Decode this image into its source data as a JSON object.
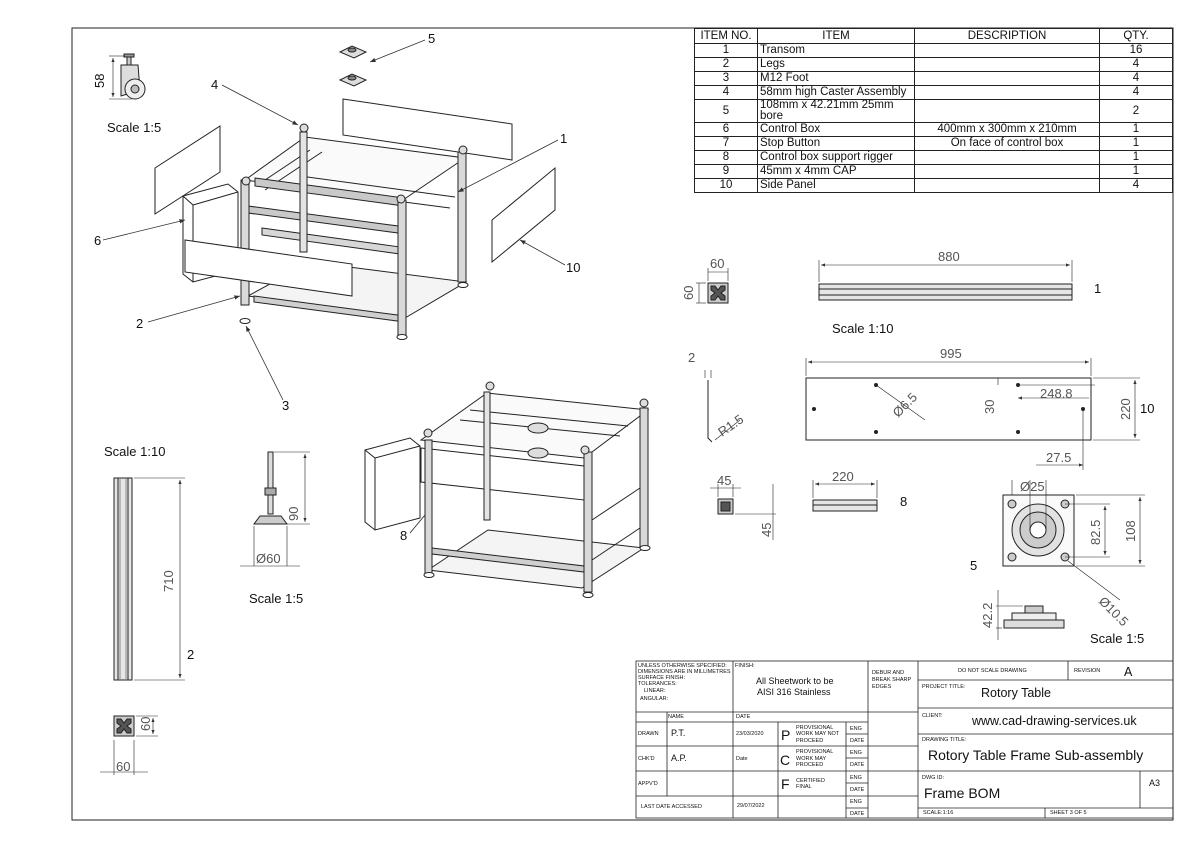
{
  "bom": {
    "headers": [
      "ITEM NO.",
      "ITEM",
      "DESCRIPTION",
      "QTY."
    ],
    "rows": [
      {
        "no": "1",
        "item": "Transom",
        "desc": "",
        "qty": "16"
      },
      {
        "no": "2",
        "item": "Legs",
        "desc": "",
        "qty": "4"
      },
      {
        "no": "3",
        "item": "M12 Foot",
        "desc": "",
        "qty": "4"
      },
      {
        "no": "4",
        "item": "58mm high Caster Assembly",
        "desc": "",
        "qty": "4"
      },
      {
        "no": "5",
        "item": "108mm x 42.21mm 25mm bore",
        "desc": "",
        "qty": "2"
      },
      {
        "no": "6",
        "item": "Control Box",
        "desc": "400mm x 300mm x 210mm",
        "qty": "1"
      },
      {
        "no": "7",
        "item": "Stop Button",
        "desc": "On face of control box",
        "qty": "1"
      },
      {
        "no": "8",
        "item": "Control box support rigger",
        "desc": "",
        "qty": "1"
      },
      {
        "no": "9",
        "item": "45mm x 4mm CAP",
        "desc": "",
        "qty": "1"
      },
      {
        "no": "10",
        "item": "Side Panel",
        "desc": "",
        "qty": "4"
      }
    ]
  },
  "balloons": {
    "b1": "1",
    "b2": "2",
    "b3": "3",
    "b4": "4",
    "b5": "5",
    "b6": "6",
    "b8": "8",
    "b10": "10"
  },
  "views": {
    "caster": {
      "scale": "Scale 1:5",
      "dim": "58"
    },
    "leg": {
      "scale": "Scale 1:10",
      "length": "710",
      "label": "2",
      "sec_w": "60",
      "sec_h": "60"
    },
    "foot": {
      "scale": "Scale 1:5",
      "height": "90",
      "dia": "Ø60"
    },
    "transom": {
      "scale": "Scale 1:10",
      "length": "880",
      "label": "1",
      "sec_w": "60",
      "sec_h": "60"
    },
    "panel": {
      "length": "995",
      "height": "220",
      "hole": "Ø6.5",
      "d1": "30",
      "d2": "248.8",
      "d3": "27.5",
      "thick": "2",
      "radius": "R1.5",
      "label": "10"
    },
    "rigger": {
      "length": "220",
      "label": "8",
      "sec_w": "45",
      "sec_h": "45"
    },
    "bearing": {
      "bore": "Ø25",
      "d1": "82.5",
      "d2": "108",
      "hole": "Ø10.5",
      "height": "42.2",
      "label": "5",
      "scale": "Scale 1:5"
    }
  },
  "title_block": {
    "tolerances": [
      "UNLESS OTHERWISE SPECIFIED:",
      "DIMENSIONS ARE IN MILLIMETRES",
      "SURFACE FINISH:",
      "TOLERANCES:",
      "LINEAR:",
      "ANGULAR:"
    ],
    "finish_label": "FINISH:",
    "finish_value_1": "All Sheetwork to be",
    "finish_value_2": "AISI 316 Stainless",
    "deburr": [
      "DEBUR AND",
      "BREAK SHARP",
      "EDGES"
    ],
    "do_not_scale": "DO NOT SCALE DRAWING",
    "revision_label": "REVISION",
    "revision": "A",
    "project_label": "PROJECT TITLE:",
    "project": "Rotory Table",
    "client_label": "CLIENT:",
    "client": "www.cad-drawing-services.uk",
    "drawing_title_label": "DRAWING TITLE:",
    "drawing_title": "Rotory Table Frame Sub-assembly",
    "dwg_id_label": "DWG ID:",
    "dwg_id": "Frame BOM",
    "size": "A3",
    "scale": "SCALE:1:16",
    "sheet": "SHEET 3 OF 5",
    "name_label": "NAME",
    "date_label": "DATE",
    "drawn_label": "DRAWN",
    "drawn_name": "P.T.",
    "drawn_date": "23/03/2020",
    "chkd_label": "CHK'D",
    "chkd_name": "A.P.",
    "chkd_date": "Date",
    "appvd_label": "APPV'D",
    "last_date_label": "LAST DATE ACCESSED",
    "last_date": "29/07/2022",
    "status": [
      {
        "letter": "P",
        "text": [
          "PROVISIONAL",
          "WORK MAY NOT",
          "PROCEED"
        ]
      },
      {
        "letter": "C",
        "text": [
          "PROVISIONAL",
          "WORK MAY",
          "PROCEED"
        ]
      },
      {
        "letter": "F",
        "text": [
          "CERTIFIED",
          "FINAL"
        ]
      }
    ],
    "eng": "ENG",
    "date_small": "DATE"
  }
}
